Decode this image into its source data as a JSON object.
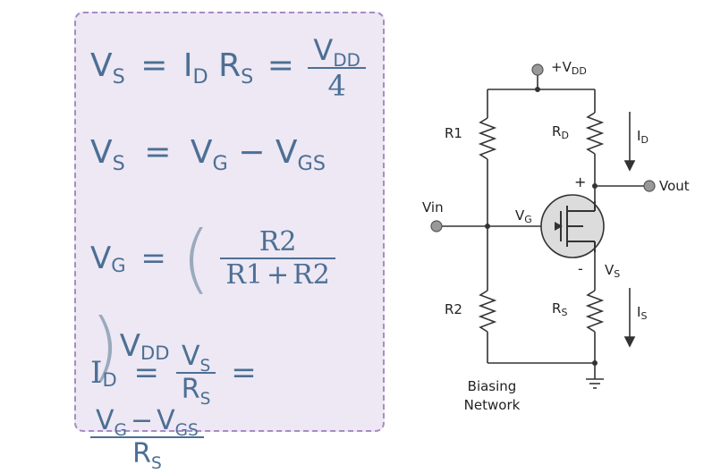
{
  "equations": {
    "eq1": {
      "lhs_var": "V",
      "lhs_sub": "S",
      "eq": "=",
      "a_var": "I",
      "a_sub": "D",
      "b_var": "R",
      "b_sub": "S",
      "eq2": "=",
      "num_var": "V",
      "num_sub": "DD",
      "den": "4"
    },
    "eq2": {
      "lhs_var": "V",
      "lhs_sub": "S",
      "eq": "=",
      "a_var": "V",
      "a_sub": "G",
      "minus": "−",
      "b_var": "V",
      "b_sub": "GS"
    },
    "eq3": {
      "lhs_var": "V",
      "lhs_sub": "G",
      "eq": "=",
      "num": "R2",
      "den_a": "R1",
      "plus": "+",
      "den_b": "R2",
      "tail_var": "V",
      "tail_sub": "DD"
    },
    "eq4": {
      "lhs_var": "I",
      "lhs_sub": "D",
      "eq": "=",
      "f1_num_var": "V",
      "f1_num_sub": "S",
      "f1_den_var": "R",
      "f1_den_sub": "S",
      "eq2": "=",
      "f2_a_var": "V",
      "f2_a_sub": "G",
      "f2_minus": "−",
      "f2_b_var": "V",
      "f2_b_sub": "GS",
      "f2_den_var": "R",
      "f2_den_sub": "S"
    }
  },
  "circuit": {
    "supply_label": "+V",
    "supply_sub": "DD",
    "r1": "R1",
    "r2": "R2",
    "rd": "R",
    "rd_sub": "D",
    "rs": "R",
    "rs_sub": "S",
    "id": "I",
    "id_sub": "D",
    "is": "I",
    "is_sub": "S",
    "vin": "Vin",
    "vout": "Vout",
    "vg": "V",
    "vg_sub": "G",
    "vs": "V",
    "vs_sub": "S",
    "plus": "+",
    "minus": "-",
    "caption_line1": "Biasing",
    "caption_line2": "Network"
  }
}
